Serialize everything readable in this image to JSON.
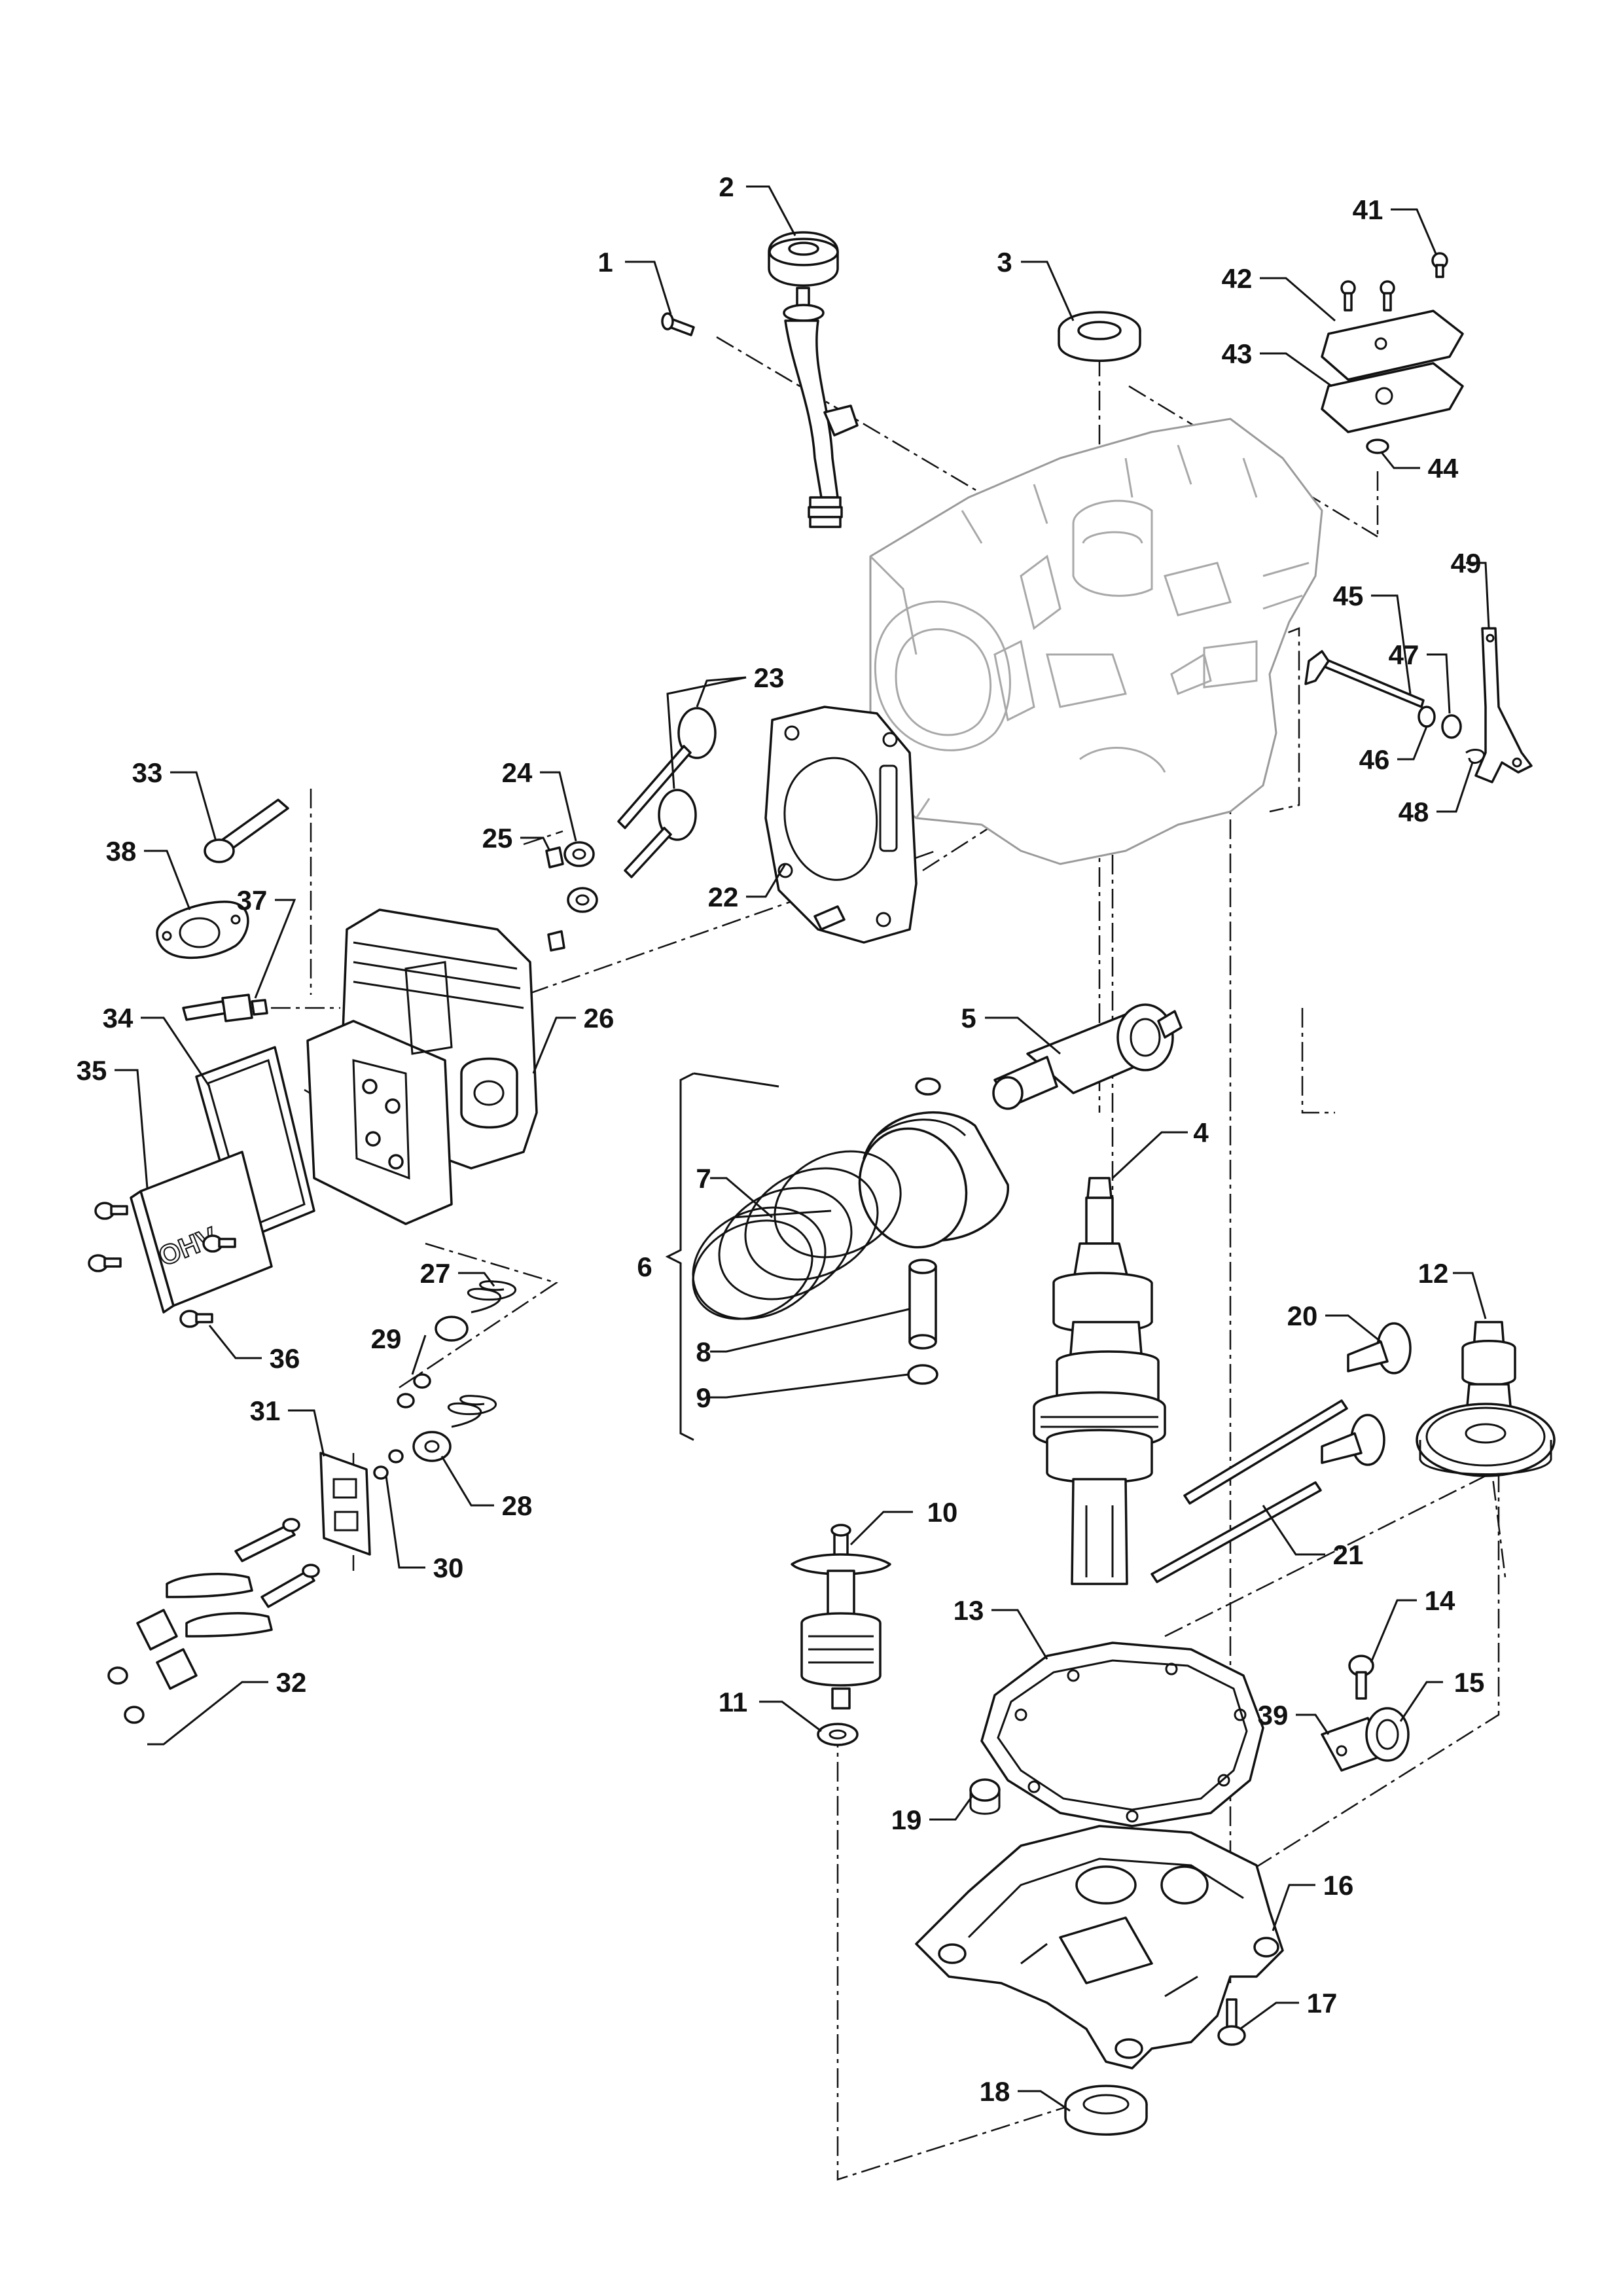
{
  "callouts": [
    {
      "id": "1",
      "label": "1"
    },
    {
      "id": "2",
      "label": "2"
    },
    {
      "id": "3",
      "label": "3"
    },
    {
      "id": "4",
      "label": "4"
    },
    {
      "id": "5",
      "label": "5"
    },
    {
      "id": "6",
      "label": "6"
    },
    {
      "id": "7",
      "label": "7"
    },
    {
      "id": "8",
      "label": "8"
    },
    {
      "id": "9",
      "label": "9"
    },
    {
      "id": "10",
      "label": "10"
    },
    {
      "id": "11",
      "label": "11"
    },
    {
      "id": "12",
      "label": "12"
    },
    {
      "id": "13",
      "label": "13"
    },
    {
      "id": "14",
      "label": "14"
    },
    {
      "id": "15",
      "label": "15"
    },
    {
      "id": "16",
      "label": "16"
    },
    {
      "id": "17",
      "label": "17"
    },
    {
      "id": "18",
      "label": "18"
    },
    {
      "id": "19",
      "label": "19"
    },
    {
      "id": "20",
      "label": "20"
    },
    {
      "id": "21",
      "label": "21"
    },
    {
      "id": "22",
      "label": "22"
    },
    {
      "id": "23",
      "label": "23"
    },
    {
      "id": "24",
      "label": "24"
    },
    {
      "id": "25",
      "label": "25"
    },
    {
      "id": "26",
      "label": "26"
    },
    {
      "id": "27",
      "label": "27"
    },
    {
      "id": "28",
      "label": "28"
    },
    {
      "id": "29",
      "label": "29"
    },
    {
      "id": "30",
      "label": "30"
    },
    {
      "id": "31",
      "label": "31"
    },
    {
      "id": "32",
      "label": "32"
    },
    {
      "id": "33",
      "label": "33"
    },
    {
      "id": "34",
      "label": "34"
    },
    {
      "id": "35",
      "label": "35"
    },
    {
      "id": "36",
      "label": "36"
    },
    {
      "id": "37",
      "label": "37"
    },
    {
      "id": "38",
      "label": "38"
    },
    {
      "id": "39",
      "label": "39"
    },
    {
      "id": "41",
      "label": "41"
    },
    {
      "id": "42",
      "label": "42"
    },
    {
      "id": "43",
      "label": "43"
    },
    {
      "id": "44",
      "label": "44"
    },
    {
      "id": "45",
      "label": "45"
    },
    {
      "id": "46",
      "label": "46"
    },
    {
      "id": "47",
      "label": "47"
    },
    {
      "id": "48",
      "label": "48"
    },
    {
      "id": "49",
      "label": "49"
    }
  ],
  "cover_marking": "OHV"
}
